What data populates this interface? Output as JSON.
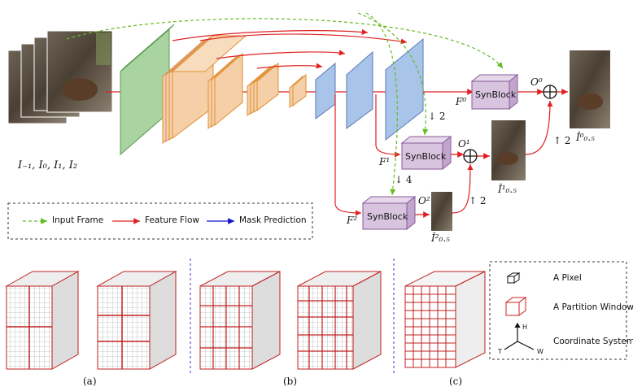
{
  "inputs_label": "I₋₁, I₀, I₁, I₂",
  "synblock_label": "SynBlock",
  "F0": "F⁰",
  "F1": "F¹",
  "F2": "F²",
  "O0": "O⁰",
  "O1": "O¹",
  "O2": "O²",
  "I0": "Î⁰₀.₅",
  "I1": "Î¹₀.₅",
  "I2": "Î²₀.₅",
  "down2": "↓ 2",
  "down4": "↓ 4",
  "up2a": "↑ 2",
  "up2b": "↑ 2",
  "legend": {
    "input_frame": "Input Frame",
    "feature_flow": "Feature Flow",
    "mask_prediction": "Mask Prediction",
    "a_pixel": "A Pixel",
    "a_partition_window": "A Partition Window",
    "coordinate_system": "Coordinate System",
    "axis_h": "H",
    "axis_t": "T",
    "axis_w": "W"
  },
  "captions": {
    "a": "(a)",
    "b": "(b)",
    "c": "(c)"
  },
  "colors": {
    "green": "#7dc67d",
    "red": "#e02020",
    "blue": "#1010d0",
    "dash_green": "#66bb22",
    "syn_fill": "#d8c4de",
    "enc_green": "#a9d3a0",
    "enc_orange": "#f5cfa8",
    "dec_blue": "#a8c4e8"
  }
}
